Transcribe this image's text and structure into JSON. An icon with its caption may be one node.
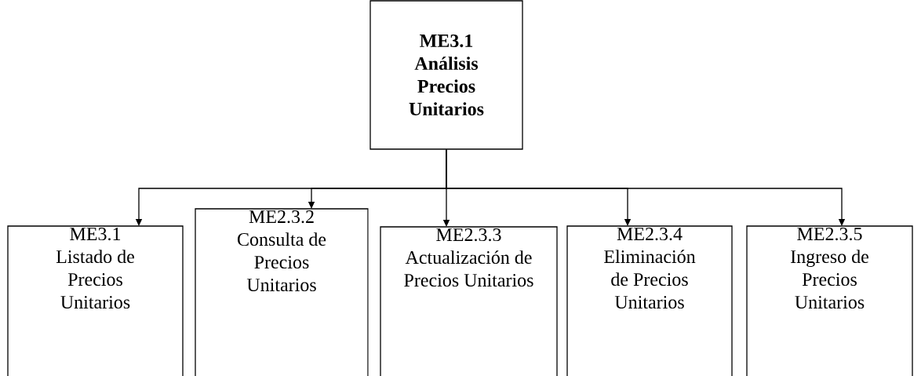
{
  "diagram": {
    "nodes": [
      {
        "text": [
          "ME3.1",
          "Análisis Precios Unitarios"
        ]
      },
      {
        "text": [
          "ME3.1",
          "Listado de Precios Unitarios"
        ]
      },
      {
        "text": [
          "ME2.3.2",
          "Consulta de Precios Unitarios"
        ]
      },
      {
        "text": [
          "ME2.3.3",
          "Actualización de Precios Unitarios"
        ]
      },
      {
        "text": [
          "ME2.3.4",
          "Eliminación de Precios Unitarios"
        ]
      },
      {
        "text": [
          "ME2.3.5",
          "Ingreso de Precios Unitarios"
        ]
      }
    ],
    "edges": [
      {
        "from": 0,
        "to": 1,
        "arrow": "to"
      },
      {
        "from": 0,
        "to": 2,
        "arrow": "to"
      },
      {
        "from": 0,
        "to": 3,
        "arrow": "to"
      },
      {
        "from": 0,
        "to": 4,
        "arrow": "to"
      },
      {
        "from": 0,
        "to": 5,
        "arrow": "to"
      }
    ]
  }
}
